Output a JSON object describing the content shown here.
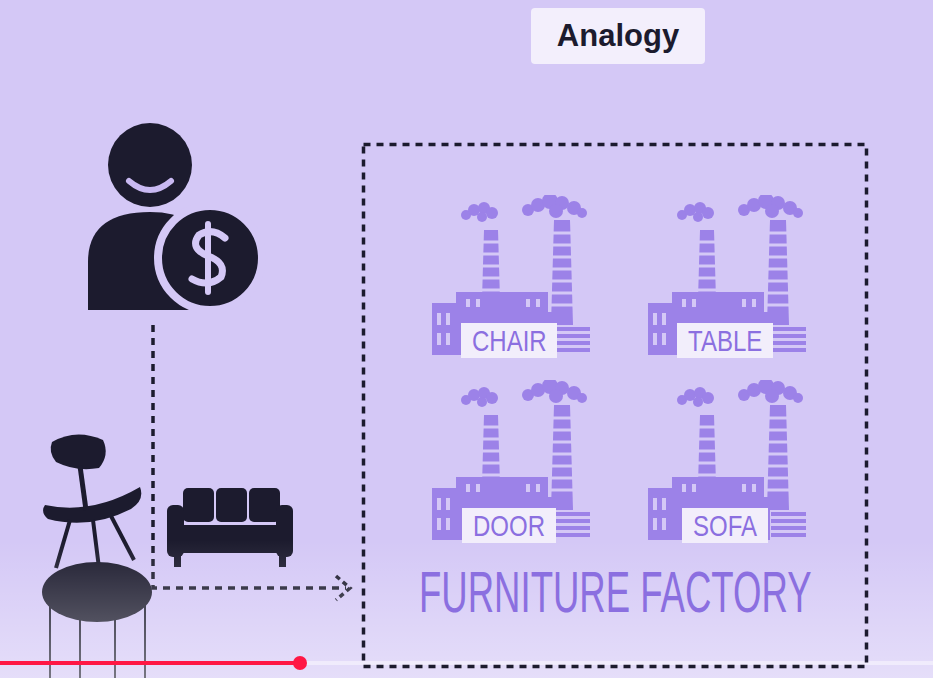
{
  "diagram": {
    "title": "Analogy",
    "nodes": [
      {
        "text": [
          "FURNITURE FACTORY"
        ]
      },
      {
        "text": [
          "CHAIR"
        ],
        "in": 0
      },
      {
        "text": [
          "TABLE"
        ],
        "in": 0
      },
      {
        "text": [
          "DOOR"
        ],
        "in": 0
      },
      {
        "text": [
          "SOFA"
        ],
        "in": 0
      }
    ]
  }
}
